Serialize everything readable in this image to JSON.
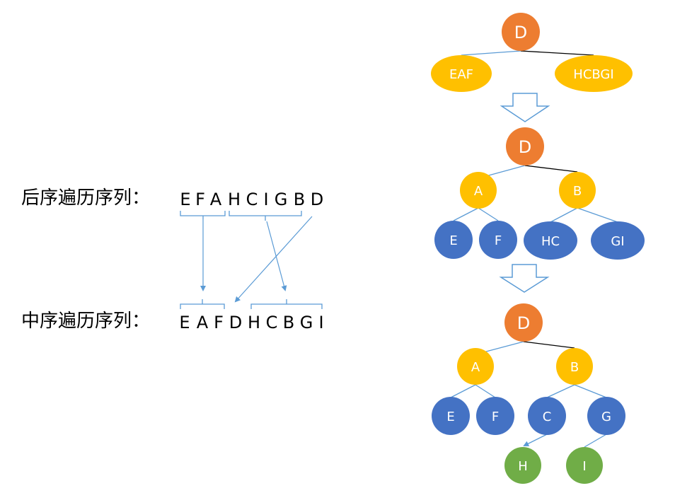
{
  "sequences": {
    "postorder": {
      "label": "后序遍历序列：",
      "letters": [
        "E",
        "F",
        "A",
        "H",
        "C",
        "I",
        "G",
        "B",
        "D"
      ]
    },
    "inorder": {
      "label": "中序遍历序列：",
      "letters": [
        "E",
        "A",
        "F",
        "D",
        "H",
        "C",
        "B",
        "G",
        "I"
      ]
    }
  },
  "stages": [
    {
      "nodes": [
        {
          "id": "s1-root",
          "label": "D",
          "kind": "root"
        },
        {
          "id": "s1-left",
          "label": "EAF",
          "kind": "subtree"
        },
        {
          "id": "s1-right",
          "label": "HCBGI",
          "kind": "subtree"
        }
      ]
    },
    {
      "nodes": [
        {
          "id": "s2-root",
          "label": "D",
          "kind": "root"
        },
        {
          "id": "s2-a",
          "label": "A",
          "kind": "child"
        },
        {
          "id": "s2-b",
          "label": "B",
          "kind": "child"
        },
        {
          "id": "s2-e",
          "label": "E",
          "kind": "grandchild"
        },
        {
          "id": "s2-f",
          "label": "F",
          "kind": "grandchild"
        },
        {
          "id": "s2-hc",
          "label": "HC",
          "kind": "grandchild"
        },
        {
          "id": "s2-gi",
          "label": "GI",
          "kind": "grandchild"
        }
      ]
    },
    {
      "nodes": [
        {
          "id": "s3-root",
          "label": "D",
          "kind": "root"
        },
        {
          "id": "s3-a",
          "label": "A",
          "kind": "child"
        },
        {
          "id": "s3-b",
          "label": "B",
          "kind": "child"
        },
        {
          "id": "s3-e",
          "label": "E",
          "kind": "grandchild"
        },
        {
          "id": "s3-f",
          "label": "F",
          "kind": "grandchild"
        },
        {
          "id": "s3-c",
          "label": "C",
          "kind": "grandchild"
        },
        {
          "id": "s3-g",
          "label": "G",
          "kind": "grandchild"
        },
        {
          "id": "s3-h",
          "label": "H",
          "kind": "leaf"
        },
        {
          "id": "s3-i",
          "label": "I",
          "kind": "leaf"
        }
      ]
    }
  ],
  "colors": {
    "root": "#ED7D31",
    "child": "#FFC000",
    "subtree": "#FFC000",
    "grandchild": "#4472C4",
    "leaf": "#70AD47",
    "arrow": "#5B9BD5",
    "edge": "#5B9BD5",
    "text_light": "#ffffff"
  }
}
